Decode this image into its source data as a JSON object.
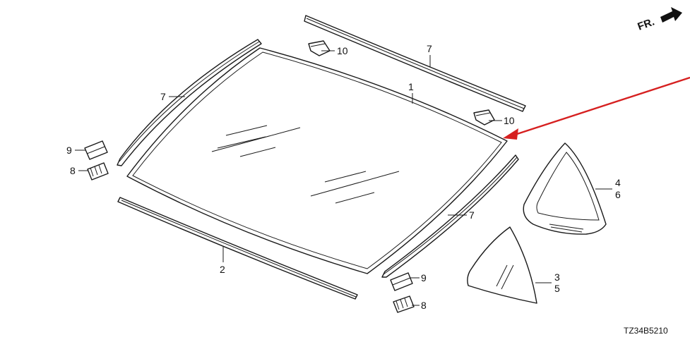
{
  "diagram": {
    "direction_label": "FR.",
    "drawing_code": "TZ34B5210",
    "callouts": {
      "windshield": "1",
      "lower_molding": "2",
      "quarter_glass_a": "3",
      "quarter_glass_b": "5",
      "quarter_frame_a": "4",
      "quarter_frame_b": "6",
      "side_molding_left": "7",
      "top_molding": "7",
      "side_molding_right": "7",
      "fastener_left_8": "8",
      "fastener_left_9": "9",
      "fastener_right_9": "9",
      "fastener_right_8": "8",
      "clip_top_left": "10",
      "clip_top_right": "10"
    },
    "colors": {
      "line": "#1a1a1a",
      "highlight_arrow": "#d62020"
    }
  }
}
